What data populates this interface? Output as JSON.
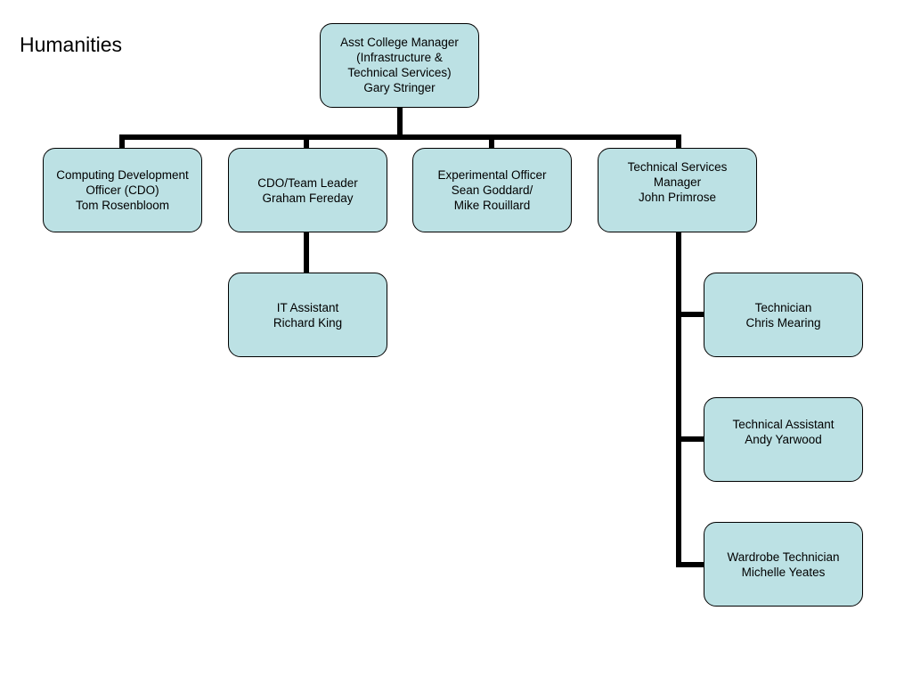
{
  "page": {
    "title": "Humanities"
  },
  "org_chart": {
    "root": {
      "lines": [
        "Asst College Manager",
        "(Infrastructure &",
        "Technical Services)",
        "Gary Stringer"
      ]
    },
    "level1": [
      {
        "lines": [
          "Computing Development",
          "Officer (CDO)",
          "Tom Rosenbloom"
        ]
      },
      {
        "lines": [
          "CDO/Team Leader",
          "Graham Fereday"
        ]
      },
      {
        "lines": [
          "Experimental Officer",
          "Sean Goddard/",
          "Mike Rouillard"
        ]
      },
      {
        "lines": [
          "Technical Services",
          "Manager",
          "John Primrose"
        ]
      }
    ],
    "team_leader_reports": [
      {
        "lines": [
          "IT Assistant",
          "Richard King"
        ]
      }
    ],
    "tech_manager_reports": [
      {
        "lines": [
          "Technician",
          "Chris Mearing"
        ]
      },
      {
        "lines": [
          "Technical Assistant",
          "Andy Yarwood"
        ]
      },
      {
        "lines": [
          "Wardrobe Technician",
          "Michelle Yeates"
        ]
      }
    ]
  },
  "colors": {
    "box_fill": "#bce1e4",
    "box_border": "#000000",
    "connector": "#000000",
    "background": "#ffffff"
  }
}
